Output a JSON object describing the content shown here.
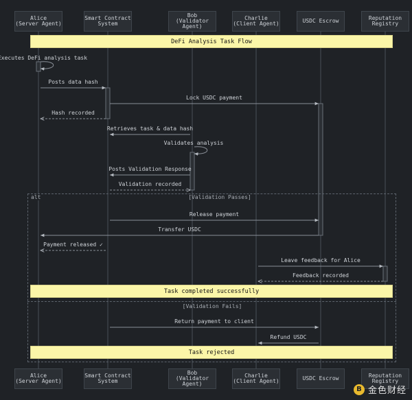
{
  "participants": [
    {
      "id": "alice",
      "name": "Alice",
      "role": "(Server Agent)"
    },
    {
      "id": "contract",
      "name": "Smart Contract",
      "role": "System"
    },
    {
      "id": "bob",
      "name": "Bob",
      "role": "(Validator Agent)"
    },
    {
      "id": "charlie",
      "name": "Charlie",
      "role": "(Client Agent)"
    },
    {
      "id": "escrow",
      "name": "USDC Escrow",
      "role": ""
    },
    {
      "id": "registry",
      "name": "Reputation",
      "role": "Registry"
    }
  ],
  "title_note": "DeFi Analysis Task Flow",
  "messages": [
    {
      "from": "alice",
      "to": "alice",
      "label": "Executes DeFi analysis task",
      "style": "self"
    },
    {
      "from": "alice",
      "to": "contract",
      "label": "Posts data hash",
      "style": "solid"
    },
    {
      "from": "contract",
      "to": "escrow",
      "label": "Lock USDC payment",
      "style": "solid"
    },
    {
      "from": "contract",
      "to": "alice",
      "label": "Hash recorded",
      "style": "dashed"
    },
    {
      "from": "bob",
      "to": "contract",
      "label": "Retrieves task & data hash",
      "style": "solid"
    },
    {
      "from": "bob",
      "to": "bob",
      "label": "Validates analysis",
      "style": "self"
    },
    {
      "from": "bob",
      "to": "contract",
      "label": "Posts Validation Response",
      "style": "solid"
    },
    {
      "from": "contract",
      "to": "bob",
      "label": "Validation recorded",
      "style": "dashed"
    },
    {
      "from": "contract",
      "to": "escrow",
      "label": "Release payment",
      "style": "solid"
    },
    {
      "from": "escrow",
      "to": "alice",
      "label": "Transfer USDC",
      "style": "solid"
    },
    {
      "from": "contract",
      "to": "alice",
      "label": "Payment released ✓",
      "style": "dashed"
    },
    {
      "from": "charlie",
      "to": "registry",
      "label": "Leave feedback for Alice",
      "style": "solid"
    },
    {
      "from": "registry",
      "to": "charlie",
      "label": "Feedback recorded",
      "style": "dashed"
    },
    {
      "from": "contract",
      "to": "escrow",
      "label": "Return payment to client",
      "style": "solid"
    },
    {
      "from": "escrow",
      "to": "charlie",
      "label": "Refund USDC",
      "style": "solid"
    }
  ],
  "alt_frame": {
    "tag": "alt",
    "guard_pass": "[Validation Passes]",
    "guard_fail": "[Validation Fails]"
  },
  "notes": {
    "success": "Task completed successfully",
    "rejected": "Task rejected"
  },
  "watermark": {
    "logo": "B",
    "text": "金色财经"
  },
  "colors": {
    "background": "#1f2226",
    "line": "#8a9098",
    "text": "#cfd3d8",
    "note": "#fbf6a8"
  }
}
